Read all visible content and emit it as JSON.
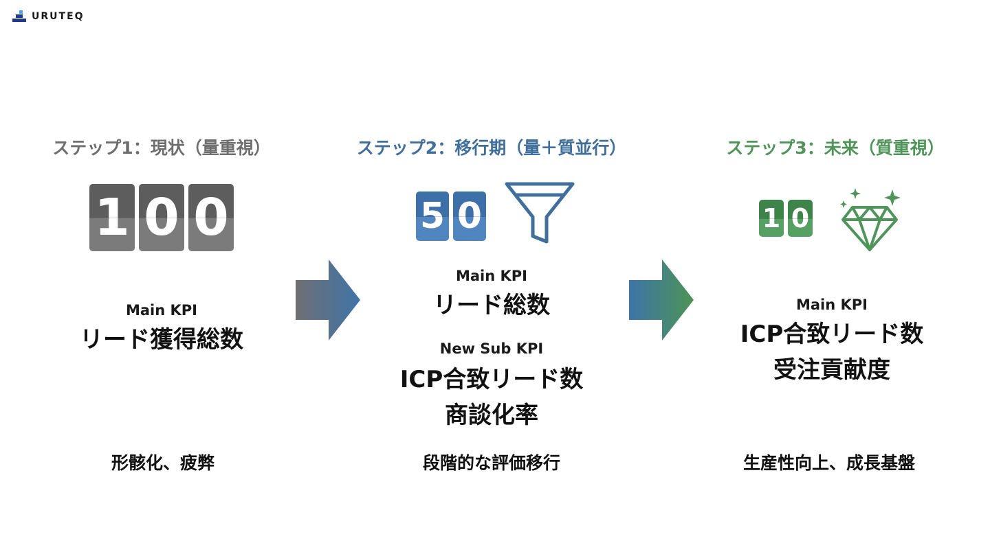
{
  "brand": {
    "name": "URUTEQ",
    "logo_icon": "bar-blocks-logo-icon"
  },
  "colors": {
    "step1": "#6e6e6e",
    "step2": "#3f6f9a",
    "step3": "#4f9459"
  },
  "steps": [
    {
      "title": "ステップ1：現状（量重視）",
      "counter_digits": [
        "1",
        "0",
        "0"
      ],
      "icon": null,
      "main_kpi_label": "Main KPI",
      "main_kpi_value": "リード獲得総数",
      "footer": "形骸化、疲弊"
    },
    {
      "title": "ステップ2：移行期（量＋質並行）",
      "counter_digits": [
        "5",
        "0"
      ],
      "icon": "funnel-icon",
      "main_kpi_label": "Main KPI",
      "main_kpi_value": "リード総数",
      "sub_kpi_label": "New Sub KPI",
      "sub_kpi_values": [
        "ICP合致リード数",
        "商談化率"
      ],
      "footer": "段階的な評価移行"
    },
    {
      "title": "ステップ3：未来（質重視）",
      "counter_digits": [
        "1",
        "0"
      ],
      "icon": "diamond-icon",
      "main_kpi_label": "Main KPI",
      "main_kpi_values": [
        "ICP合致リード数",
        "受注貢献度"
      ],
      "footer": "生産性向上、成長基盤"
    }
  ],
  "arrows": [
    "right-arrow-icon",
    "right-arrow-icon"
  ]
}
